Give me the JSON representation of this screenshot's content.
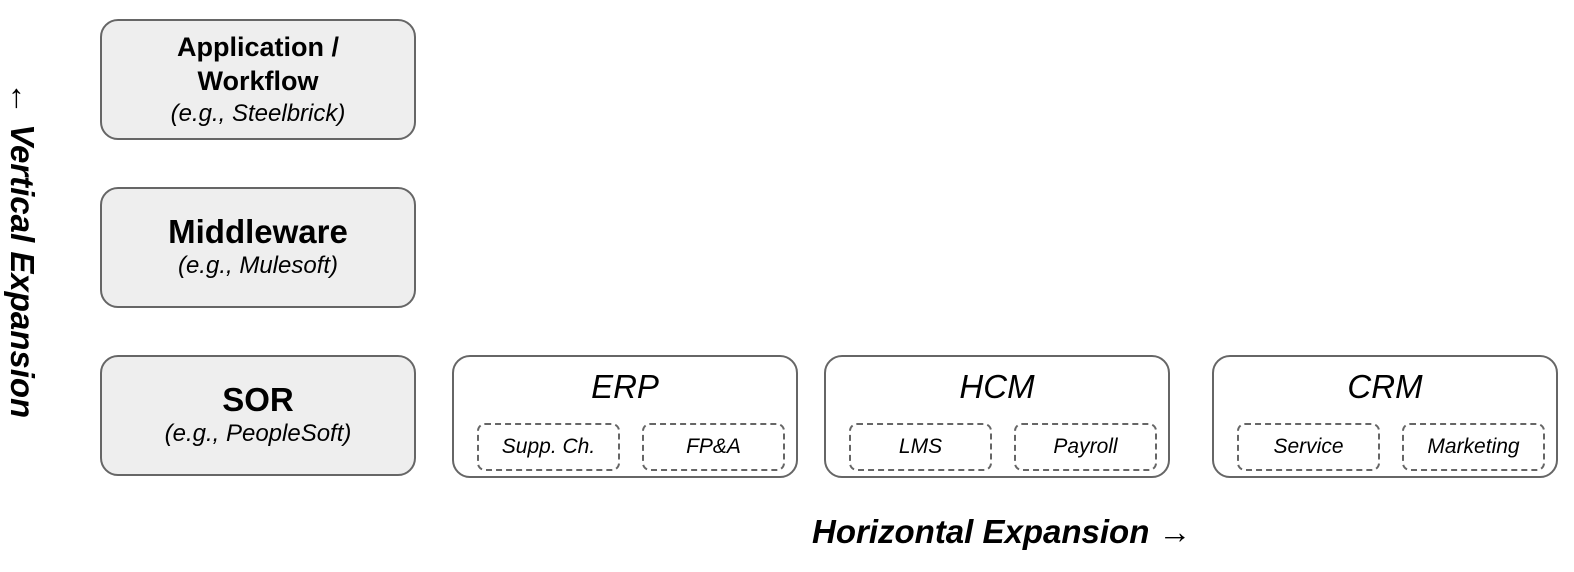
{
  "layers": {
    "application": {
      "title_line1": "Application /",
      "title_line2": "Workflow",
      "example": "(e.g., Steelbrick)"
    },
    "middleware": {
      "title": "Middleware",
      "example": "(e.g., Mulesoft)"
    },
    "sor": {
      "title": "SOR",
      "example": "(e.g., PeopleSoft)"
    }
  },
  "domains": [
    {
      "title": "ERP",
      "modules": [
        "Supp. Ch.",
        "FP&A"
      ]
    },
    {
      "title": "HCM",
      "modules": [
        "LMS",
        "Payroll"
      ]
    },
    {
      "title": "CRM",
      "modules": [
        "Service",
        "Marketing"
      ]
    }
  ],
  "axes": {
    "horizontal": "Horizontal Expansion →",
    "vertical": "← Vertical Expansion"
  },
  "colors": {
    "layer_fill": "#eeeeee",
    "border": "#666666",
    "text": "#000000",
    "background": "#ffffff"
  }
}
